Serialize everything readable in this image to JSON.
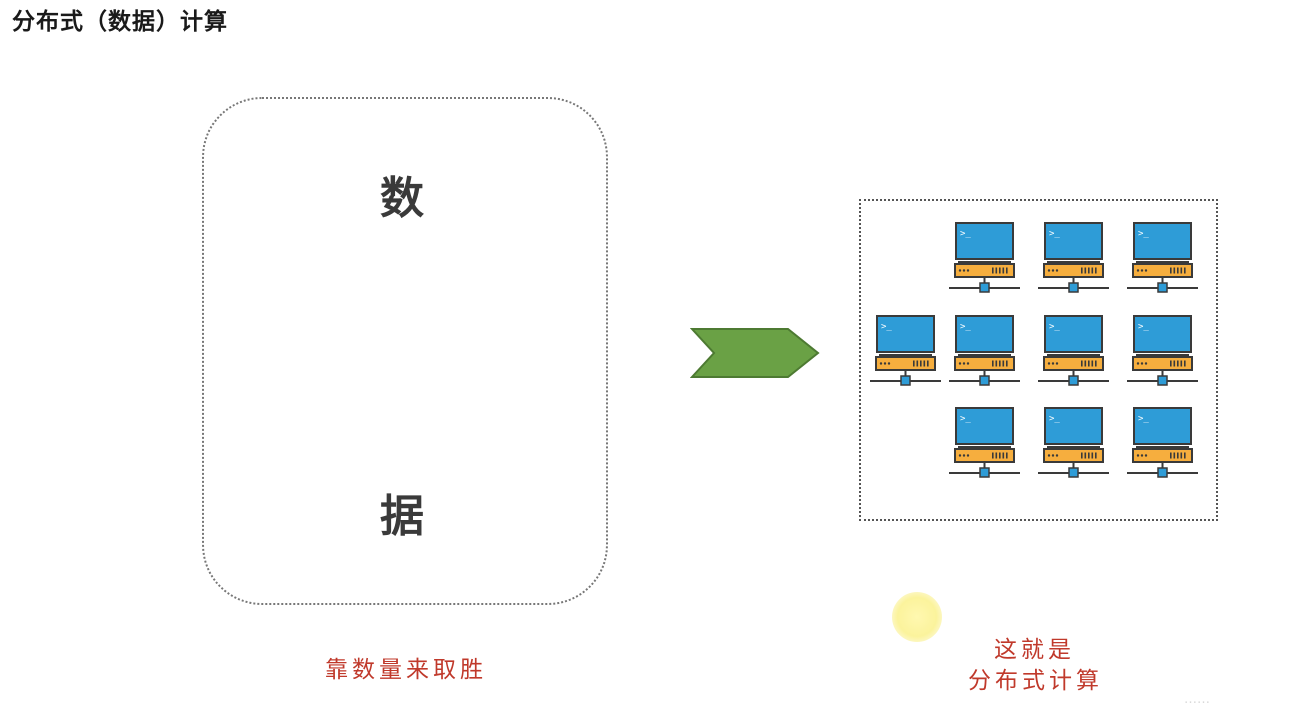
{
  "slide": {
    "title": "分布式（数据）计算"
  },
  "data_panel": {
    "char_top": "数",
    "char_bottom": "据",
    "caption": "靠数量来取胜"
  },
  "arrow": {
    "color": "#6aa145"
  },
  "network": {
    "caption_line1": "这就是",
    "caption_line2": "分布式计算",
    "prompt_symbol": ">_",
    "computer_count": 10
  },
  "watermark": {
    "text": "……"
  },
  "colors": {
    "screen": "#2e9cd7",
    "base": "#f6ae3e",
    "caption": "#c0392b"
  }
}
